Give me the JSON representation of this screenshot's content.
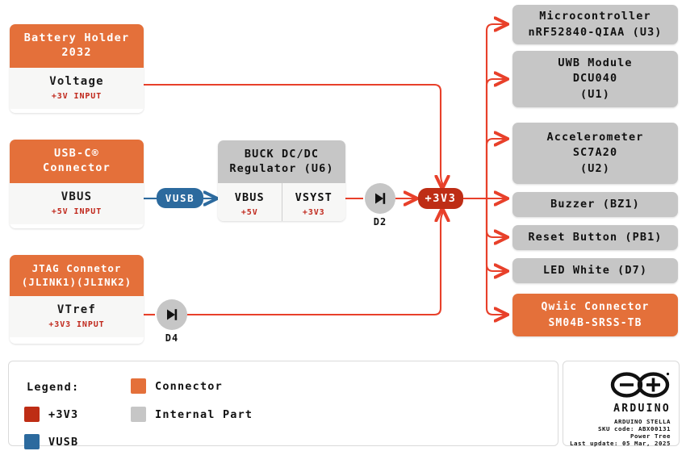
{
  "diagram": {
    "title": "Arduino Stella Power Tree",
    "colors": {
      "connector_orange": "#E4703A",
      "internal_grey": "#C6C6C6",
      "rail_3v3": "#BE2D15",
      "rail_vusb": "#2C6A9E",
      "wire_3v3": "#E8402A",
      "wire_vusb": "#2C6A9E",
      "body_bg": "#F7F7F6",
      "voltage_text": "#C0271B"
    }
  },
  "sources": [
    {
      "id": "battery",
      "header": "Battery Holder\n2032",
      "header_line1": "Battery Holder",
      "header_line2": "2032",
      "rail": "Voltage",
      "voltage": "+3V INPUT"
    },
    {
      "id": "usbc",
      "header_line1": "USB-C®",
      "header_line2": "Connector",
      "rail": "VBUS",
      "voltage": "+5V INPUT"
    },
    {
      "id": "jtag",
      "header_line1": "JTAG Connetor",
      "header_line2": "(JLINK1)(JLINK2)",
      "rail": "VTref",
      "voltage": "+3V3 INPUT"
    }
  ],
  "regulator": {
    "header_line1": "BUCK DC/DC",
    "header_line2": "Regulator (U6)",
    "inputs": [
      {
        "rail": "VBUS",
        "voltage": "+5V"
      },
      {
        "rail": "VSYST",
        "voltage": "+3V3"
      }
    ]
  },
  "diodes": [
    {
      "id": "d2",
      "label": "D2"
    },
    {
      "id": "d4",
      "label": "D4"
    }
  ],
  "nets": [
    {
      "id": "vusb",
      "label": "VUSB"
    },
    {
      "id": "v3v3",
      "label": "+3V3"
    }
  ],
  "loads": [
    {
      "id": "u3",
      "type": "internal",
      "lines": [
        "Microcontroller",
        "nRF52840-QIAA (U3)"
      ]
    },
    {
      "id": "u1",
      "type": "internal",
      "lines": [
        "UWB Module",
        "DCU040",
        "(U1)"
      ]
    },
    {
      "id": "u2",
      "type": "internal",
      "lines": [
        "Accelerometer",
        "SC7A20",
        "(U2)"
      ]
    },
    {
      "id": "bz1",
      "type": "internal",
      "lines": [
        "Buzzer (BZ1)"
      ]
    },
    {
      "id": "pb1",
      "type": "internal",
      "lines": [
        "Reset Button (PB1)"
      ]
    },
    {
      "id": "d7",
      "type": "internal",
      "lines": [
        "LED White (D7)"
      ]
    },
    {
      "id": "qwiic",
      "type": "connector",
      "lines": [
        "Qwiic Connector",
        "SM04B-SRSS-TB"
      ]
    }
  ],
  "legend": {
    "title": "Legend:",
    "items": [
      {
        "label": "Connector",
        "color": "#E4703A"
      },
      {
        "label": "+3V3",
        "color": "#BE2D15"
      },
      {
        "label": "Internal Part",
        "color": "#C6C6C6"
      },
      {
        "label": "VUSB",
        "color": "#2C6A9E"
      }
    ]
  },
  "footer": {
    "brand": "ARDUINO",
    "product": "ARDUINO STELLA",
    "sku": "SKU code: ABX00131",
    "doc": "Power Tree",
    "updated": "Last update: 05 Mar, 2025"
  }
}
